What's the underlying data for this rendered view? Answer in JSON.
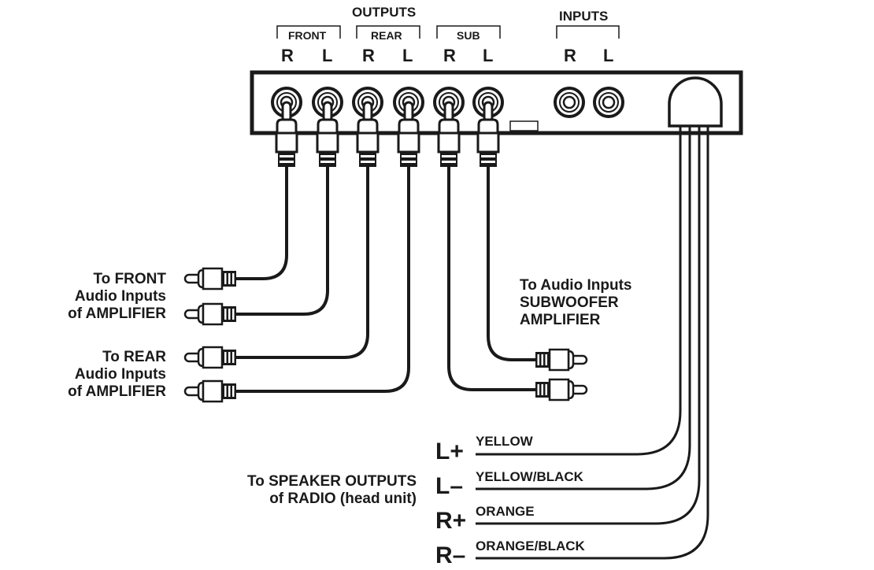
{
  "header": {
    "outputs_label": "OUTPUTS",
    "inputs_label": "INPUTS",
    "groups": [
      {
        "label": "FRONT",
        "channels": [
          "R",
          "L"
        ]
      },
      {
        "label": "REAR",
        "channels": [
          "R",
          "L"
        ]
      },
      {
        "label": "SUB",
        "channels": [
          "R",
          "L"
        ]
      }
    ],
    "inputs_channels": [
      "R",
      "L"
    ]
  },
  "labels": {
    "front_amp": [
      "To FRONT",
      "Audio Inputs",
      "of AMPLIFIER"
    ],
    "rear_amp": [
      "To REAR",
      "Audio Inputs",
      "of AMPLIFIER"
    ],
    "sub_amp": [
      "To Audio Inputs",
      "SUBWOOFER",
      "AMPLIFIER"
    ],
    "speaker_outputs": [
      "To SPEAKER OUTPUTS",
      "of RADIO (head unit)"
    ]
  },
  "speaker_wires": [
    {
      "terminal": "L+",
      "color_name": "YELLOW"
    },
    {
      "terminal": "L–",
      "color_name": "YELLOW/BLACK"
    },
    {
      "terminal": "R+",
      "color_name": "ORANGE"
    },
    {
      "terminal": "R–",
      "color_name": "ORANGE/BLACK"
    }
  ],
  "colors": {
    "ink": "#1a1a1a",
    "background": "#ffffff"
  }
}
